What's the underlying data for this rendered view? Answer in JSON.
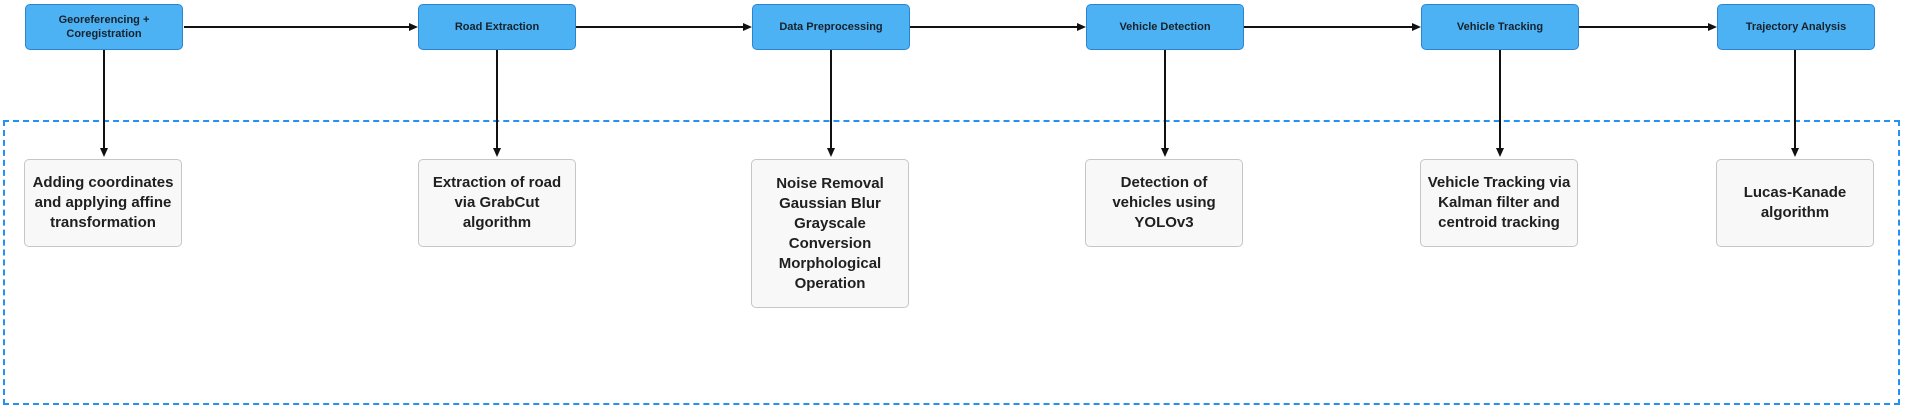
{
  "diagram": {
    "stages": [
      {
        "title": "Georeferencing +\nCoregistration",
        "description": "Adding coordinates\nand applying affine\ntransformation"
      },
      {
        "title": "Road Extraction",
        "description": "Extraction of road\nvia GrabCut\nalgorithm"
      },
      {
        "title": "Data Preprocessing",
        "description": "Noise Removal\nGaussian Blur\nGrayscale\nConversion\nMorphological\nOperation"
      },
      {
        "title": "Vehicle Detection",
        "description": "Detection of\nvehicles using\nYOLOv3"
      },
      {
        "title": "Vehicle Tracking",
        "description": "Vehicle Tracking via\nKalman filter and\ncentroid tracking"
      },
      {
        "title": "Trajectory Analysis",
        "description": "Lucas-Kanade\nalgorithm"
      }
    ],
    "colors": {
      "stage_fill": "#4db2f4",
      "stage_border": "#2a84d2",
      "detail_fill": "#f8f8f8",
      "detail_border": "#c6c6c6",
      "arrow": "#111111",
      "dashed_border": "#2492f4"
    }
  }
}
